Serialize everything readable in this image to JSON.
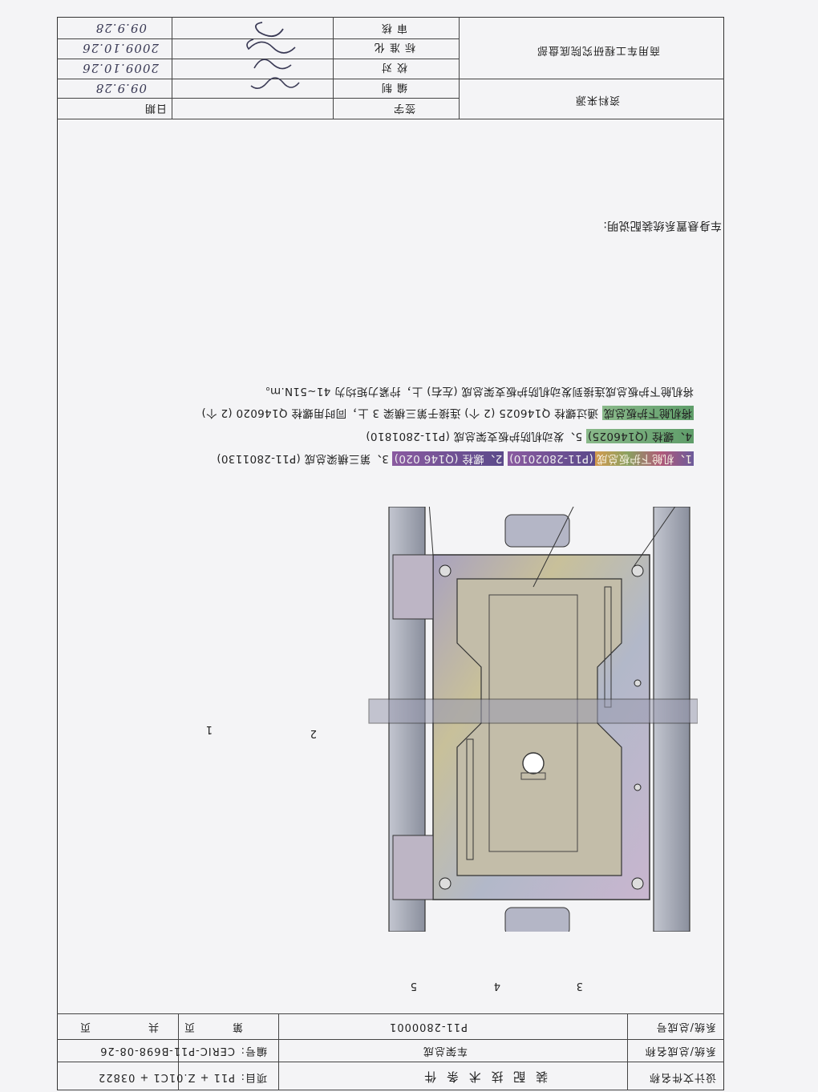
{
  "header": {
    "doc_type_label": "设计文件名称",
    "doc_type_value": "装 配 技 术 条 件",
    "project_label": "项目:",
    "project_value": "P11 + Z.01C1 + 03822",
    "number_label": "编号:",
    "number_value": "CERIC-P11-B698-08-26",
    "system_name_label": "系统/总成名称",
    "system_name_value": "车架总成",
    "system_code_label": "系统/总成号",
    "system_code_value": "P11-2800001",
    "page_label_1": "第",
    "page_label_2": "页",
    "page_label_3": "共",
    "page_label_4": "页"
  },
  "section_title": "车身悬置系统装配说明:",
  "parts_line_1": {
    "p1": "1、机舱下护板总成",
    "p2": "(P11-2802010)",
    "p3": "2、螺栓 (Q146 020)",
    "p4": "3、第三横梁总成 (P11-2801130)",
    "p5": "4、螺栓 (Q146025)",
    "p6": "5、发动机防护板支架总成 (P11-2801810)"
  },
  "instructions": {
    "line1a": "将机舱下护板总成",
    "line1b": "通过螺栓 Q146025 (2 个) 连接于第三横梁 3 上，同时用螺栓 Q146020 (2 个)",
    "line2": "将机舱下护板总成连接到发动机防护板支架总成 (左右) 上，拧紧力矩均为 41~51N.m。"
  },
  "callouts": {
    "c1": "1",
    "c2": "2",
    "c3": "3",
    "c4": "4",
    "c5": "5"
  },
  "signature_block": {
    "review_label": "审 核",
    "standard_label": "标 准 化",
    "check_label": "校 对",
    "draft_label": "编 制",
    "sign_label": "签字",
    "date_label": "日期",
    "date_1": "09.9.28",
    "date_2": "2009.10.26",
    "date_3": "2009.10.26",
    "date_4": "09.9.28",
    "company": "商用车工程研究院底盘部",
    "source": "资料来源"
  }
}
